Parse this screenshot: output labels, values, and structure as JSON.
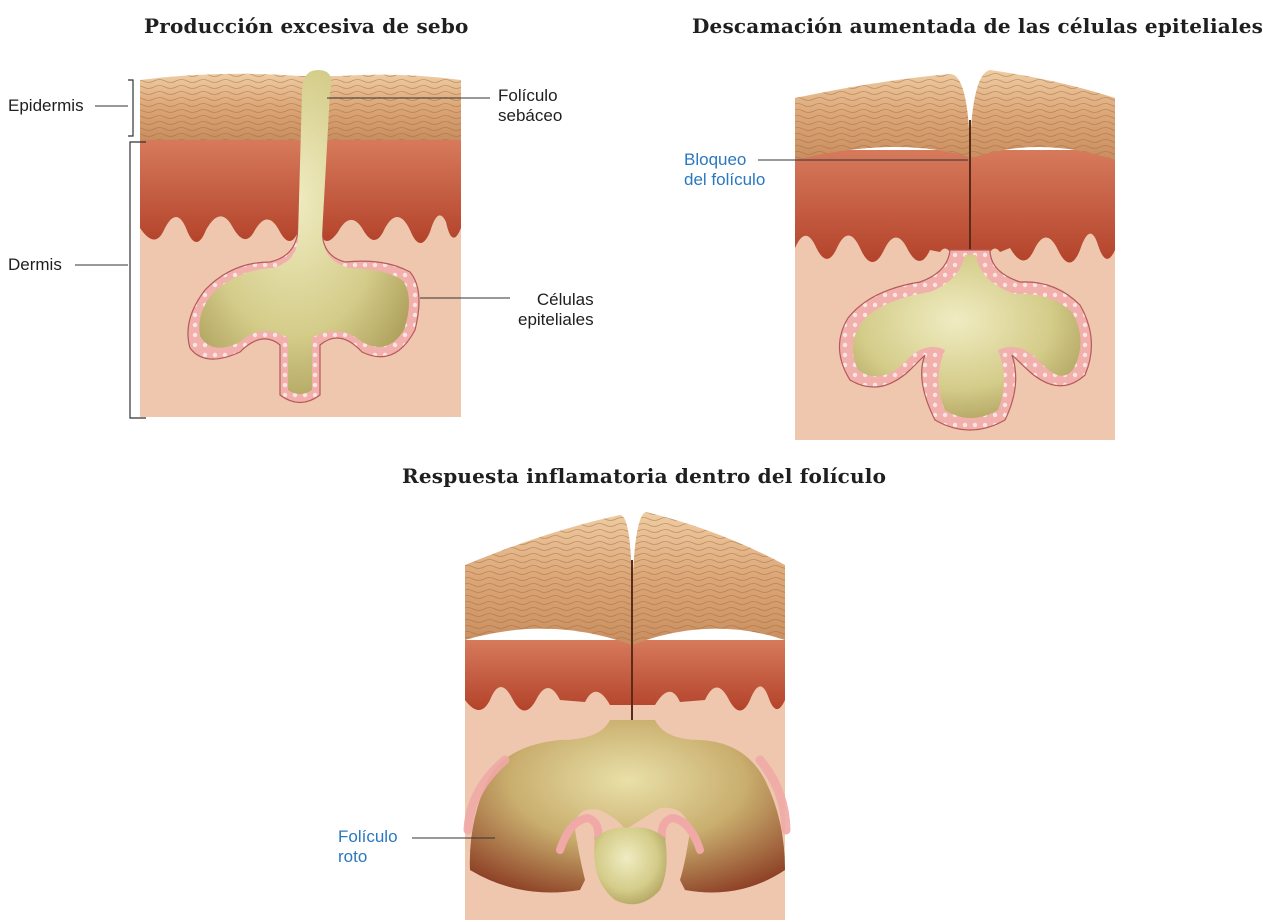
{
  "panels": [
    {
      "title": "Producción excesiva de sebo",
      "labels": {
        "epidermis": "Epidermis",
        "dermis": "Dermis",
        "follicle_line1": "Folículo",
        "follicle_line2": "sebáceo",
        "cells_line1": "Células",
        "cells_line2": "epiteliales"
      }
    },
    {
      "title": "Descamación aumentada de las células epiteliales",
      "labels": {
        "block_line1": "Bloqueo",
        "block_line2": "del folículo"
      }
    },
    {
      "title": "Respuesta inflamatoria dentro del folículo",
      "labels": {
        "rupture_line1": "Folículo",
        "rupture_line2": "roto"
      }
    }
  ],
  "colors": {
    "epidermis": "#e2b488",
    "dermis_upper": "#c45a3c",
    "dermis_lower": "#efc6ae",
    "sebum": "#d6cf8d",
    "epithelial_cells": "#f0a9a6",
    "inflammation": "#8f3a24",
    "blue_label": "#2b78c0"
  }
}
